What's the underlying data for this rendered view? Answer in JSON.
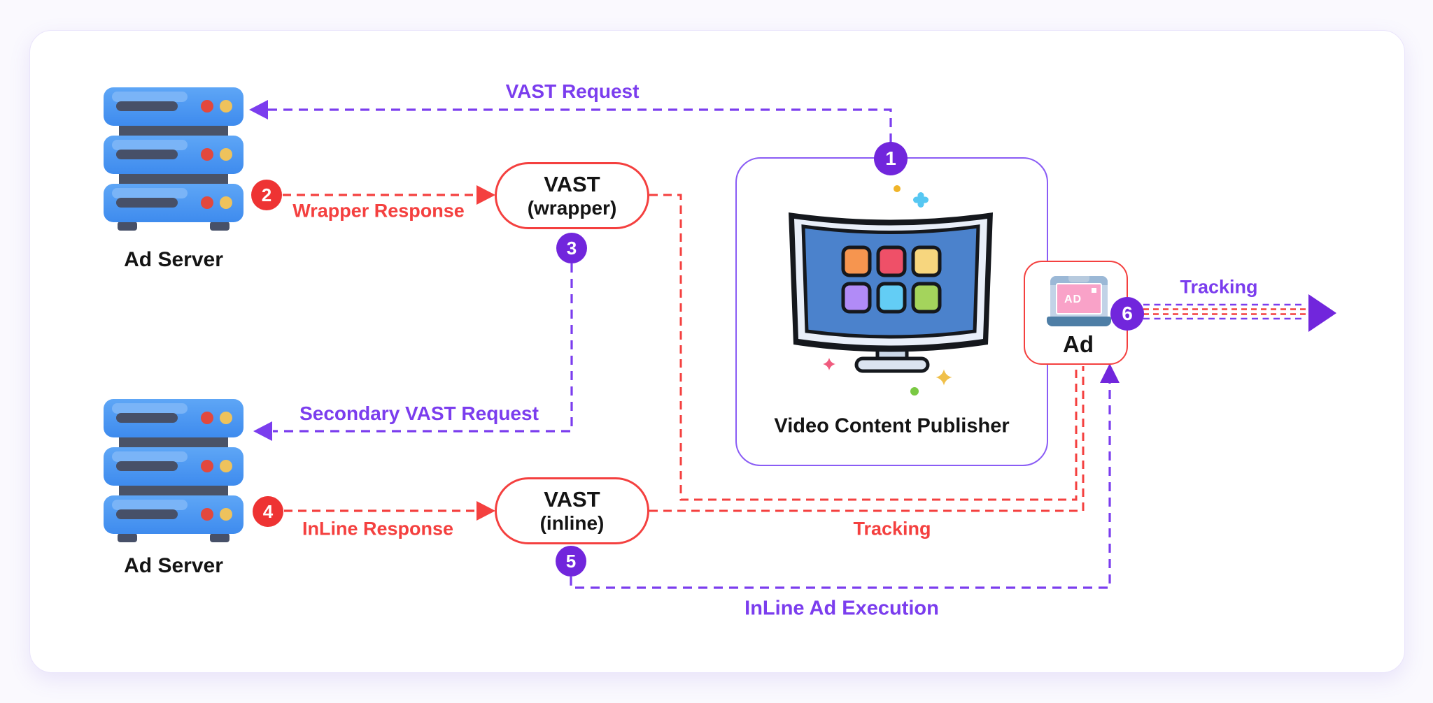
{
  "nodes": {
    "ad_server_top": {
      "label": "Ad Server"
    },
    "ad_server_bottom": {
      "label": "Ad Server"
    },
    "vast_wrapper": {
      "line1": "VAST",
      "line2": "(wrapper)"
    },
    "vast_inline": {
      "line1": "VAST",
      "line2": "(inline)"
    },
    "publisher": {
      "label": "Video Content Publisher"
    },
    "ad": {
      "label": "Ad",
      "screen_text": "AD"
    }
  },
  "steps": [
    "1",
    "2",
    "3",
    "4",
    "5",
    "6"
  ],
  "edges": {
    "vast_request": "VAST Request",
    "wrapper_response": "Wrapper Response",
    "secondary_vast_request": "Secondary VAST Request",
    "inline_response": "InLine Response",
    "tracking_inline": "Tracking",
    "tracking_ad": "Tracking",
    "inline_ad_execution": "InLine Ad Execution"
  },
  "colors": {
    "request_purple": "#7b3dee",
    "badge_purple": "#7126dc",
    "publisher_border": "#8a5cf5",
    "response_red": "#f4403f",
    "badge_red": "#ee3333",
    "server_blue": "#4a97f3",
    "screen_blue": "#4b82cc",
    "ad_screen_pink": "#f9a2c8",
    "text_black": "#141414",
    "page_background": "#faf9fe",
    "card_background": "#ffffff"
  }
}
